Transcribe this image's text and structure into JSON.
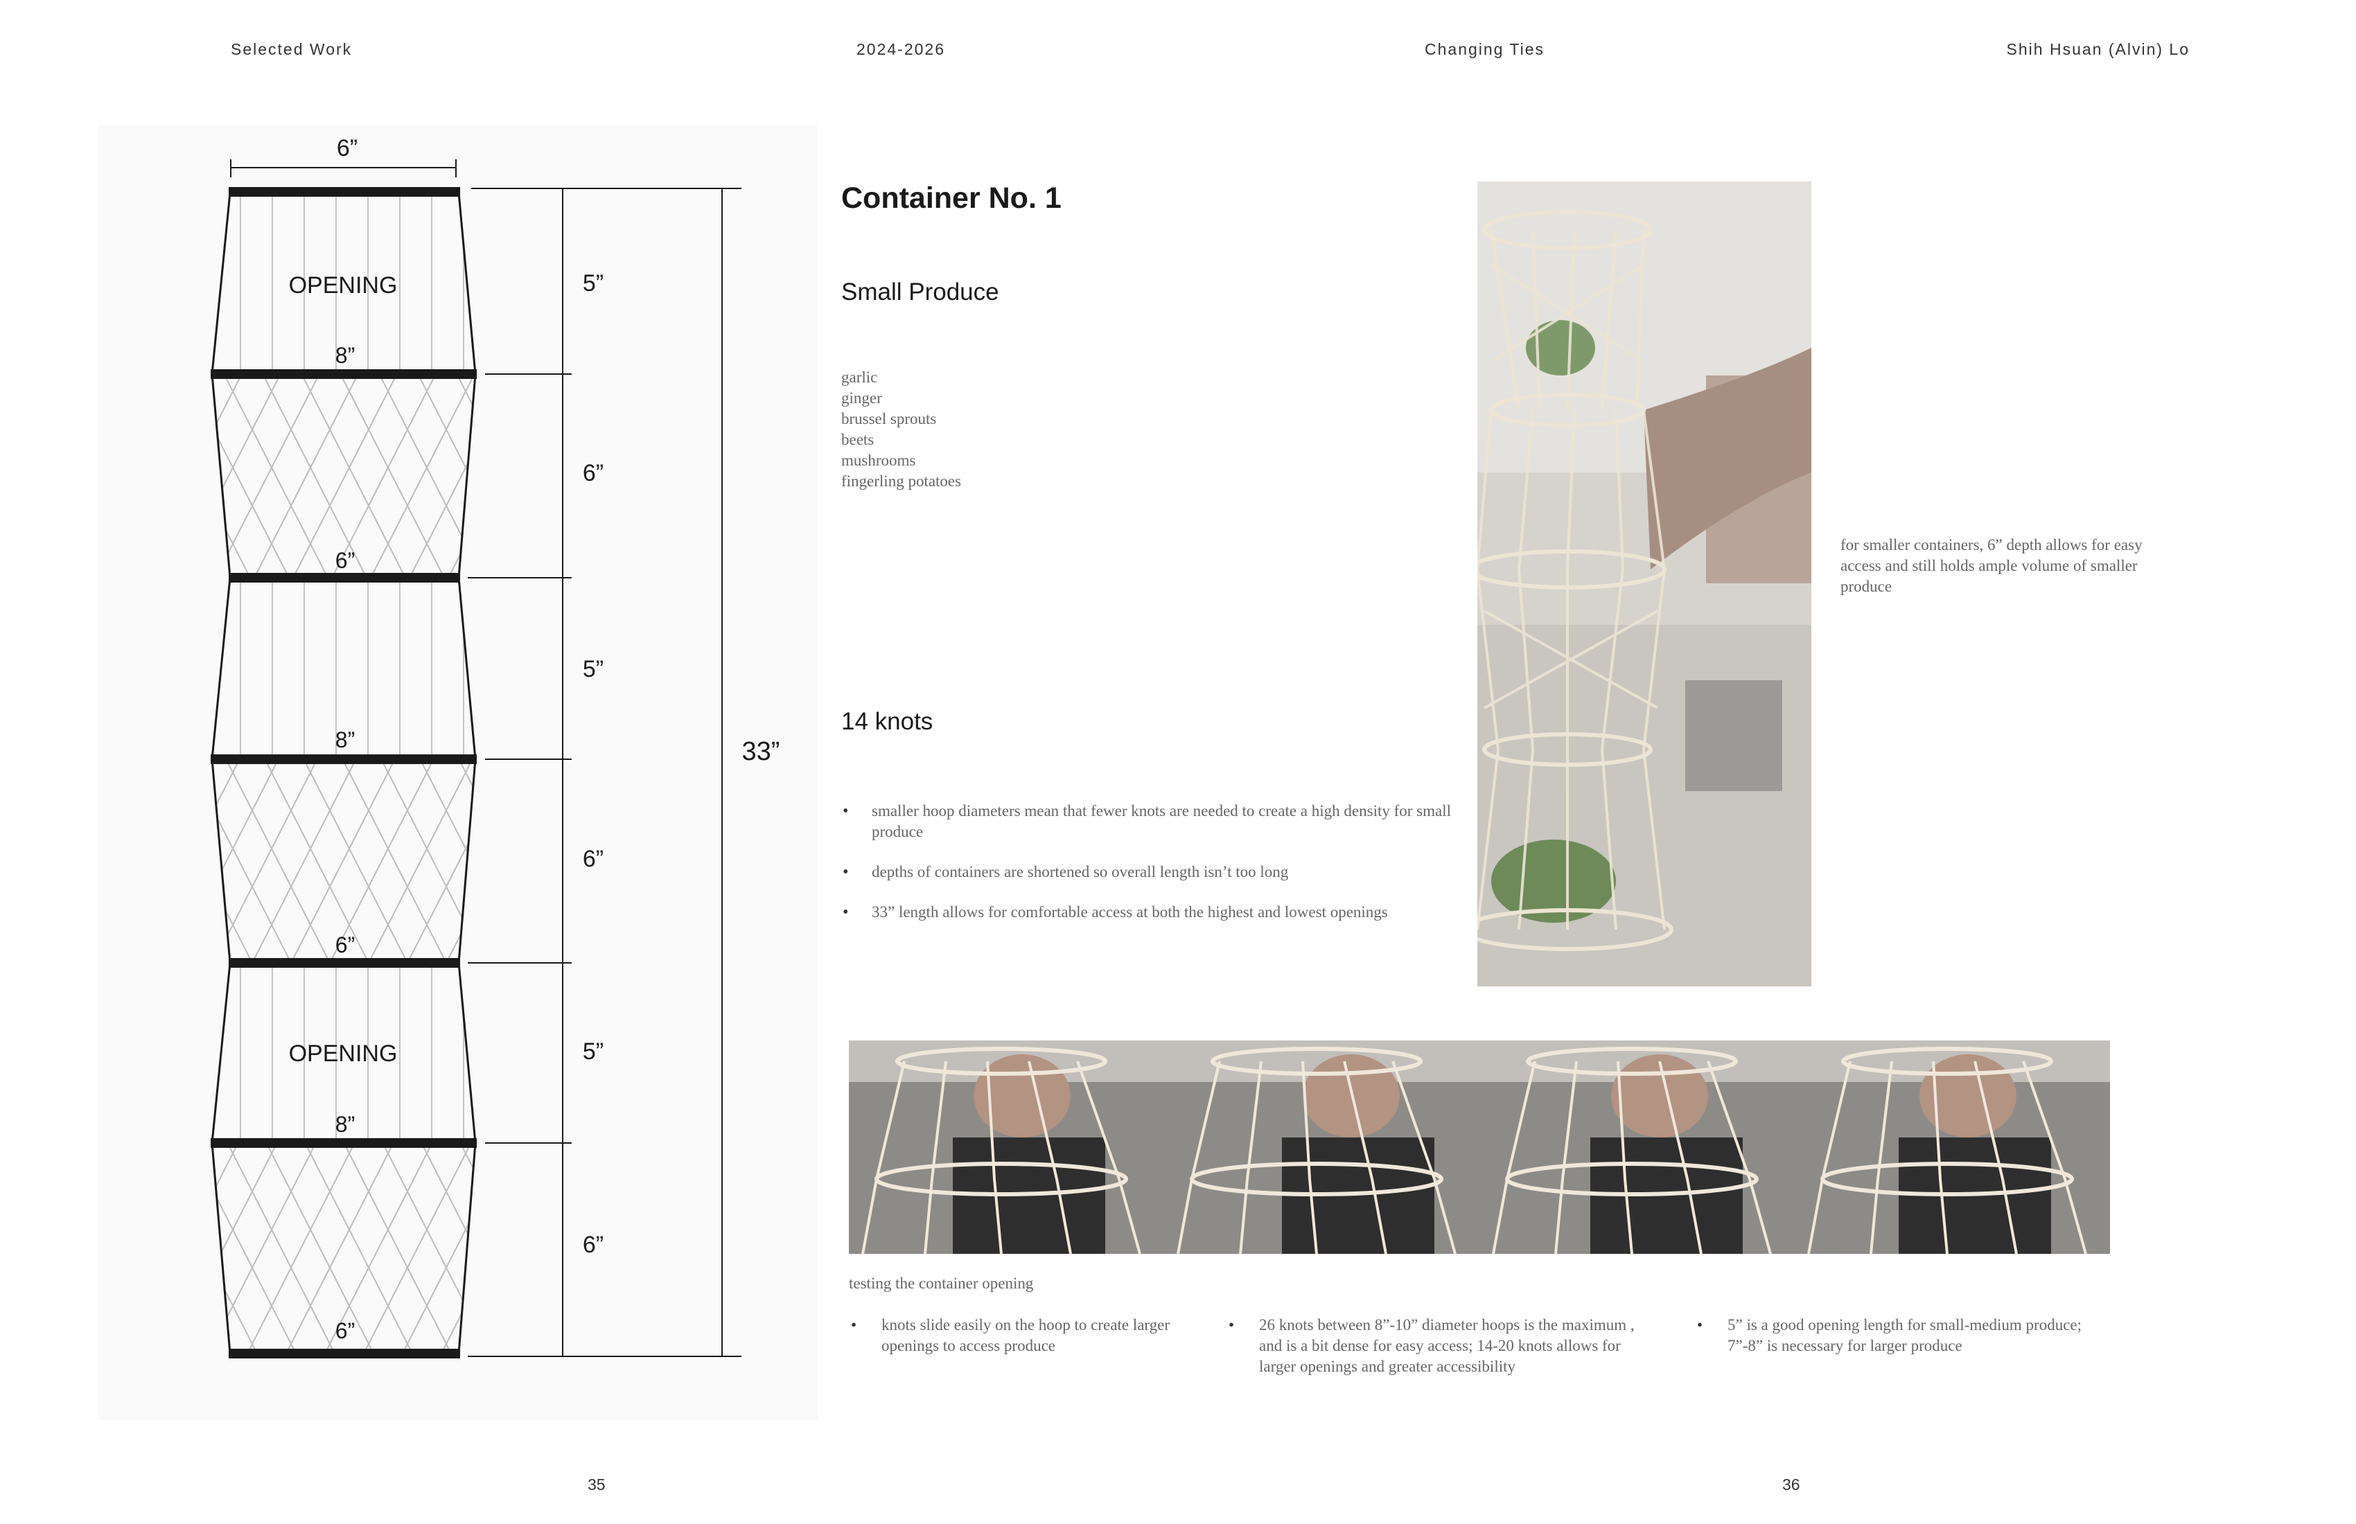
{
  "header": {
    "section": "Selected Work",
    "years": "2024-2026",
    "project": "Changing Ties",
    "author": "Shih Hsuan (Alvin) Lo"
  },
  "diagram": {
    "top_width": "6”",
    "openings": [
      "OPENING",
      "OPENING"
    ],
    "hoop_labels": [
      "8”",
      "6”",
      "8”",
      "6”",
      "8”",
      "6”"
    ],
    "segment_labels": [
      "5”",
      "6”",
      "5”",
      "6”",
      "5”",
      "6”"
    ],
    "total_length": "33”"
  },
  "content": {
    "title": "Container No. 1",
    "subtitle": "Small Produce",
    "produce": [
      "garlic",
      "ginger",
      "brussel sprouts",
      "beets",
      "mushrooms",
      "fingerling potatoes"
    ],
    "knots_heading": "14 knots",
    "bullets": [
      "smaller hoop diameters mean that fewer knots are needed to create a high density for small produce",
      "depths of containers are shortened so overall length isn’t too long",
      "33” length allows for comfortable access at  both the highest and lowest openings"
    ],
    "photo_note": "for smaller containers, 6” depth allows for easy access and still holds ample volume of smaller produce",
    "strip_caption": "testing the container opening",
    "strip_bullets": [
      "knots slide easily on the hoop to create larger openings to access produce",
      "26 knots between 8”-10” diameter hoops is the maximum , and is a bit dense for easy access; 14-20 knots allows for larger openings and greater accessibility",
      "5” is a good opening length for small-medium produce; 7”-8” is necessary for larger produce"
    ]
  },
  "footer": {
    "left_page": "35",
    "right_page": "36"
  },
  "colors": {
    "hoop": "#1a1a1a",
    "net": "#bdbdbd",
    "photo_bg": "#cfcdc8",
    "rope": "#ece4d4"
  }
}
